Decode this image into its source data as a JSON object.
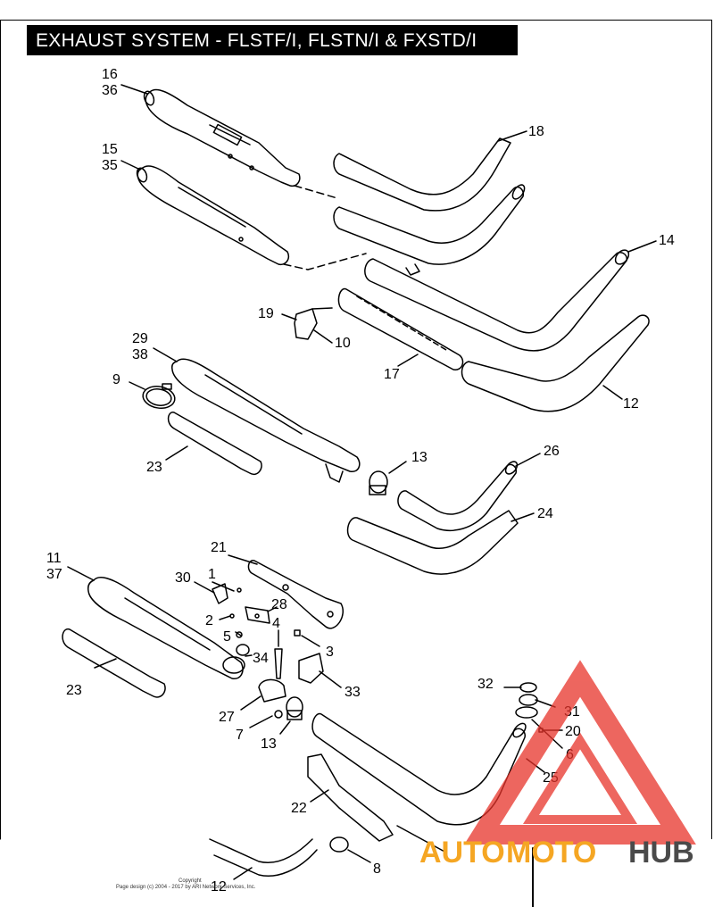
{
  "title": "EXHAUST SYSTEM - FLSTF/I, FLSTN/I & FXSTD/I",
  "labels": {
    "l16": "16",
    "l36": "36",
    "l15": "15",
    "l35": "35",
    "l18": "18",
    "l14": "14",
    "l19": "19",
    "l10": "10",
    "l17": "17",
    "l12a": "12",
    "l29": "29",
    "l38": "38",
    "l9": "9",
    "l23a": "23",
    "l13a": "13",
    "l26": "26",
    "l24": "24",
    "l21": "21",
    "l11": "11",
    "l37": "37",
    "l30": "30",
    "l1": "1",
    "l28": "28",
    "l2": "2",
    "l4": "4",
    "l5": "5",
    "l3": "3",
    "l34": "34",
    "l23b": "23",
    "l33": "33",
    "l27": "27",
    "l7": "7",
    "l13b": "13",
    "l32": "32",
    "l31": "31",
    "l20": "20",
    "l6": "6",
    "l25": "25",
    "l22": "22",
    "l12b": "12",
    "l8": "8"
  },
  "copyright": {
    "line1": "Copyright",
    "line2": "Page design (c) 2004 - 2017 by ARI Network Services, Inc."
  },
  "watermark": {
    "part1": "AUTO",
    "part2": "MOTO",
    "part3": "HUB",
    "color1": "#f5a623",
    "color2": "#f5a623",
    "color3": "#4a4a4a",
    "triangle_color": "#e8332a"
  }
}
